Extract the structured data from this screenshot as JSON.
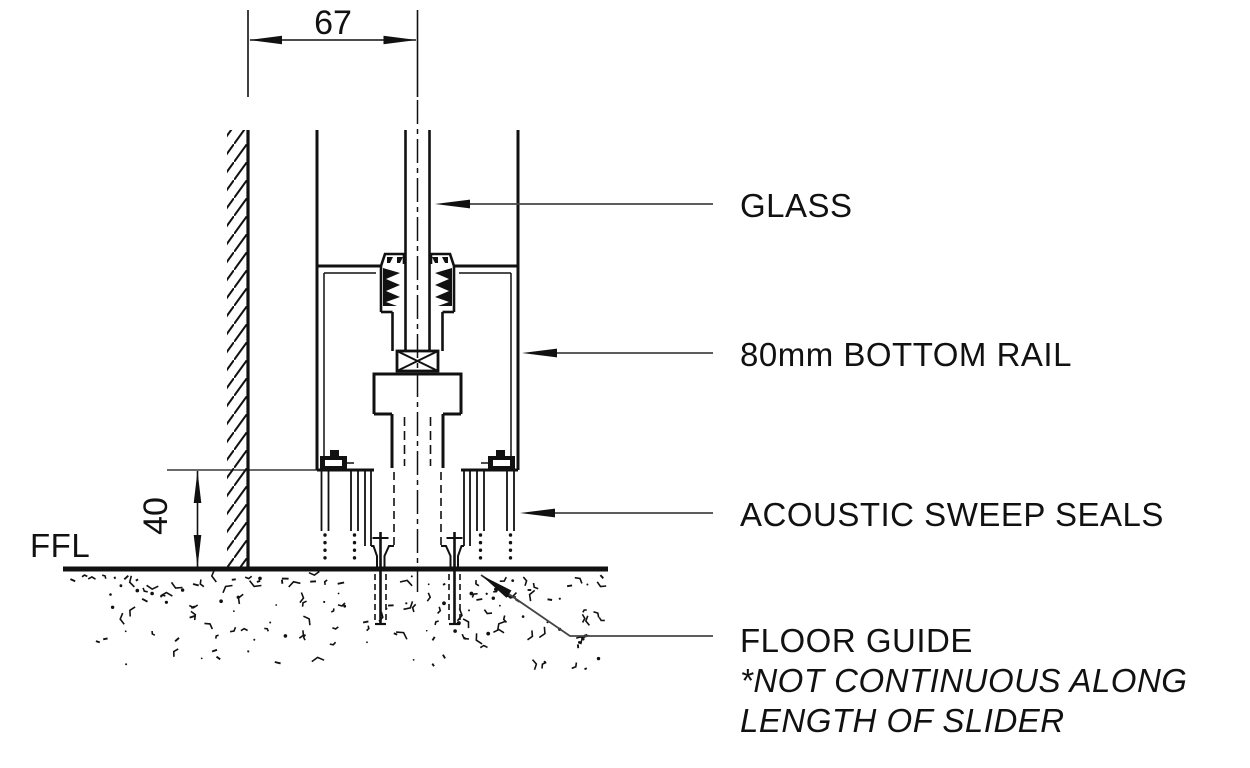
{
  "drawing": {
    "type": "section-detail",
    "dimensions": {
      "rail_width_mm": "67",
      "seal_height_mm": "40"
    },
    "labels": {
      "glass": "GLASS",
      "bottom_rail": "80mm BOTTOM RAIL",
      "sweep_seals": "ACOUSTIC SWEEP SEALS",
      "floor_guide": "FLOOR GUIDE",
      "floor_guide_note_1": "*NOT CONTINUOUS ALONG",
      "floor_guide_note_2": "LENGTH OF SLIDER",
      "floor_level": "FFL"
    },
    "colors": {
      "ink": "#111111",
      "leader": "#454545",
      "background": "#ffffff"
    }
  }
}
